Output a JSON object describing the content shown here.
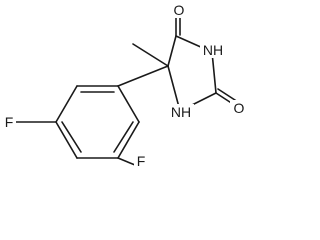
{
  "molecule": {
    "atoms": [
      {
        "id": "o_top",
        "symbol": "O"
      },
      {
        "id": "n_h_right",
        "symbol": "H",
        "attached": "N"
      },
      {
        "id": "n_right",
        "symbol": "N"
      },
      {
        "id": "o_right",
        "symbol": "O"
      },
      {
        "id": "n_h_bottom",
        "symbol": "H",
        "attached": "N"
      },
      {
        "id": "n_bottom",
        "symbol": "N"
      },
      {
        "id": "f_ortho",
        "symbol": "F"
      },
      {
        "id": "f_para",
        "symbol": "F"
      }
    ],
    "labels": {
      "o_top": "O",
      "nh_right": "NH",
      "o_right": "O",
      "nh_bottom": "NH",
      "f_ortho": "F",
      "f_para": "F"
    }
  }
}
